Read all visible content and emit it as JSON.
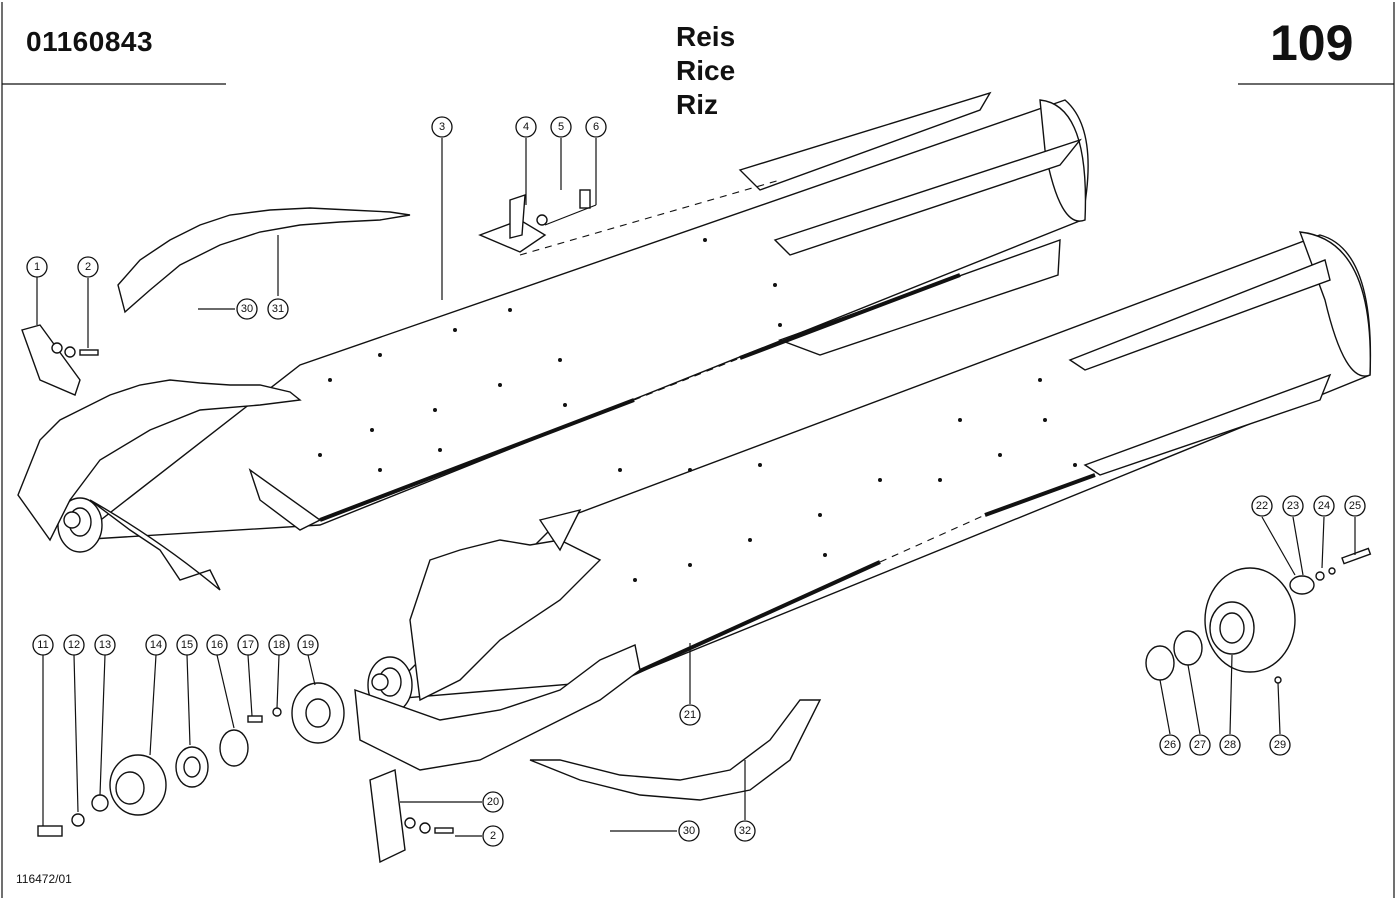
{
  "header": {
    "part_number": "01160843",
    "page_number": "109",
    "title_lines": [
      "Reis",
      "Rice",
      "Riz"
    ]
  },
  "footer": {
    "drawing_number": "116472/01"
  },
  "callouts": [
    "1",
    "2",
    "3",
    "4",
    "5",
    "6",
    "11",
    "12",
    "13",
    "14",
    "15",
    "16",
    "17",
    "18",
    "19",
    "20",
    "2",
    "21",
    "22",
    "23",
    "24",
    "25",
    "26",
    "27",
    "28",
    "29",
    "30",
    "31",
    "30",
    "32"
  ]
}
